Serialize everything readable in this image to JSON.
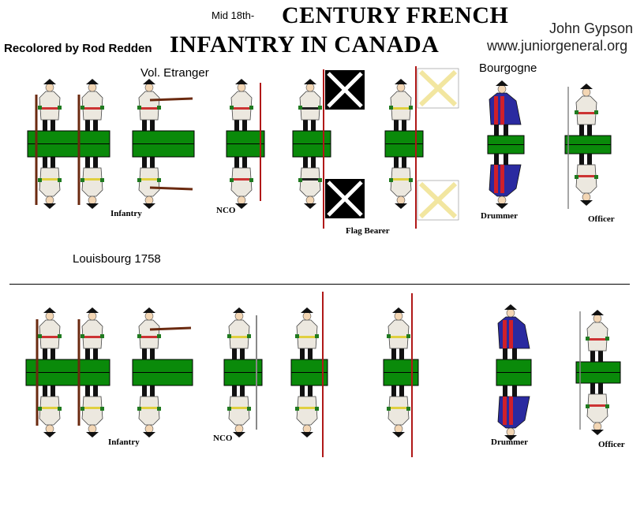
{
  "header": {
    "pre_title": "Mid 18th-",
    "title_line1": "CENTURY FRENCH",
    "title_line2": "INFANTRY IN CANADA",
    "credit": "Recolored by Rod Redden",
    "author": "John Gypson",
    "website": "www.juniorgeneral.org"
  },
  "sections": {
    "top_left": "Vol. Etranger",
    "top_right": "Bourgogne",
    "bottom_left": "Louisbourg 1758"
  },
  "captions": {
    "infantry": "Infantry",
    "nco": "NCO",
    "flag_bearer": "Flag Bearer",
    "drummer": "Drummer",
    "officer": "Officer"
  },
  "colors": {
    "base_green": "#0a8a0a",
    "coat_white": "#ece8df",
    "drummer_blue": "#2a2aa0",
    "drummer_red": "#d0202a",
    "flag_black": "#000000",
    "flag_yellow": "#f2e6a0",
    "cuff_green": "#1f7a1f"
  }
}
